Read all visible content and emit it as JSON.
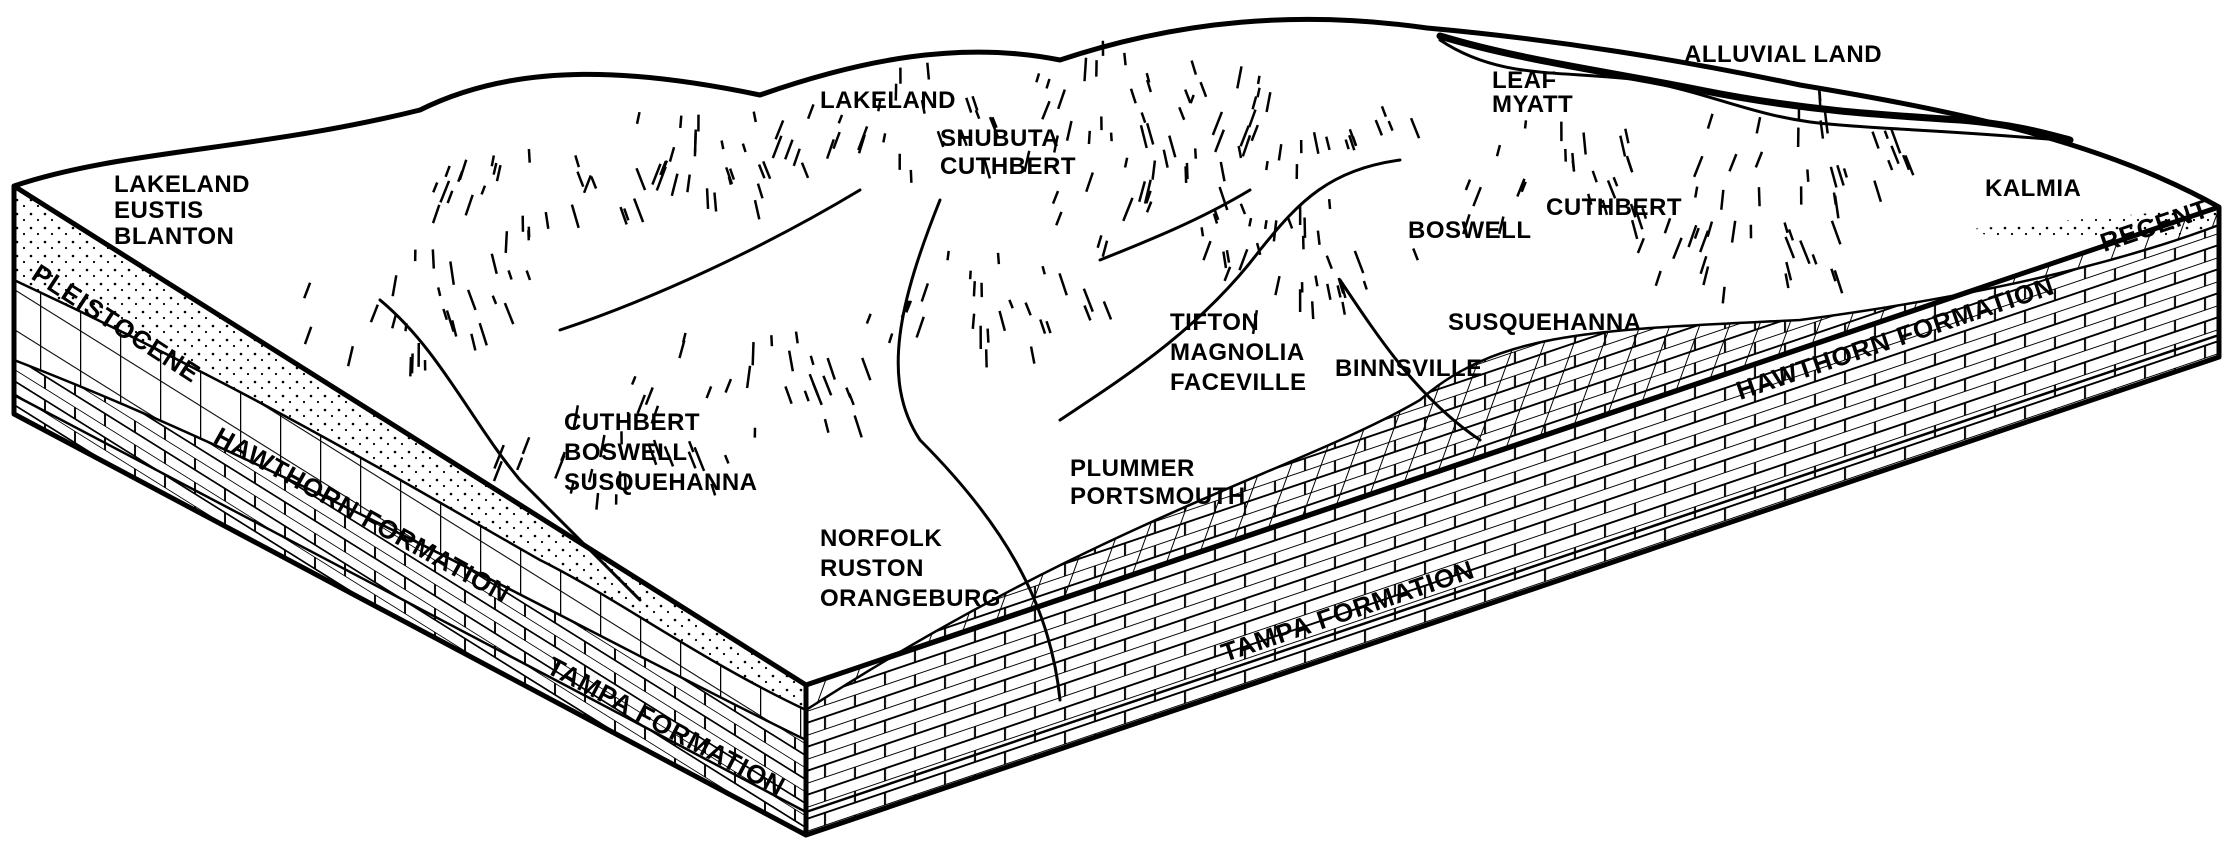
{
  "diagram": {
    "type": "block diagram",
    "soil_labels": [
      {
        "lines": [
          "LAKELAND",
          "EUSTIS",
          "BLANTON"
        ]
      },
      {
        "lines": [
          "LAKELAND"
        ]
      },
      {
        "lines": [
          "SHUBUTA",
          "CUTHBERT"
        ]
      },
      {
        "lines": [
          "LEAF",
          "MYATT"
        ]
      },
      {
        "lines": [
          "ALLUVIAL LAND"
        ]
      },
      {
        "lines": [
          "KALMIA"
        ]
      },
      {
        "lines": [
          "CUTHBERT"
        ]
      },
      {
        "lines": [
          "BOSWELL"
        ]
      },
      {
        "lines": [
          "SUSQUEHANNA"
        ]
      },
      {
        "lines": [
          "BINNSVILLE"
        ]
      },
      {
        "lines": [
          "TIFTON",
          "MAGNOLIA",
          "FACEVILLE"
        ]
      },
      {
        "lines": [
          "PLUMMER",
          "PORTSMOUTH"
        ]
      },
      {
        "lines": [
          "CUTHBERT",
          "BOSWELL",
          "SUSQUEHANNA"
        ]
      },
      {
        "lines": [
          "NORFOLK",
          "RUSTON",
          "ORANGEBURG"
        ]
      }
    ],
    "formation_labels": {
      "pleistocene": "PLEISTOCENE",
      "hawthorn_left": "HAWTHORN FORMATION",
      "tampa_left": "TAMPA FORMATION",
      "tampa_right": "TAMPA FORMATION",
      "hawthorn_right": "HAWTHORN FORMATION",
      "recent": "RECENT"
    },
    "colors": {
      "ink": "#000000",
      "paper": "#ffffff"
    }
  }
}
